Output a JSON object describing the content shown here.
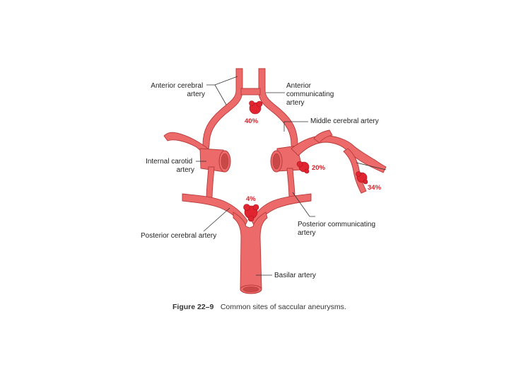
{
  "colors": {
    "artery_fill": "#ec6a6a",
    "artery_stroke": "#b83a3a",
    "lumen": "#c94848",
    "aneurysm": "#e02430",
    "percent_text": "#d8202a",
    "label_text": "#222222"
  },
  "labels": {
    "anterior_cerebral": [
      "Anterior cerebral",
      "artery"
    ],
    "anterior_communicating": [
      "Anterior",
      "communicating",
      "artery"
    ],
    "middle_cerebral": "Middle cerebral artery",
    "internal_carotid": [
      "Internal carotid",
      "artery"
    ],
    "posterior_communicating": [
      "Posterior communicating",
      "artery"
    ],
    "posterior_cerebral": "Posterior cerebral artery",
    "basilar": "Basilar artery"
  },
  "aneurysms": [
    {
      "name": "anterior-communicating",
      "percent": "40%"
    },
    {
      "name": "posterior-communicating",
      "percent": "20%"
    },
    {
      "name": "middle-cerebral-bifurcation",
      "percent": "34%"
    },
    {
      "name": "basilar-tip",
      "percent": "4%"
    }
  ],
  "caption": {
    "number": "Figure 22–9",
    "text": "Common sites of saccular aneurysms."
  }
}
